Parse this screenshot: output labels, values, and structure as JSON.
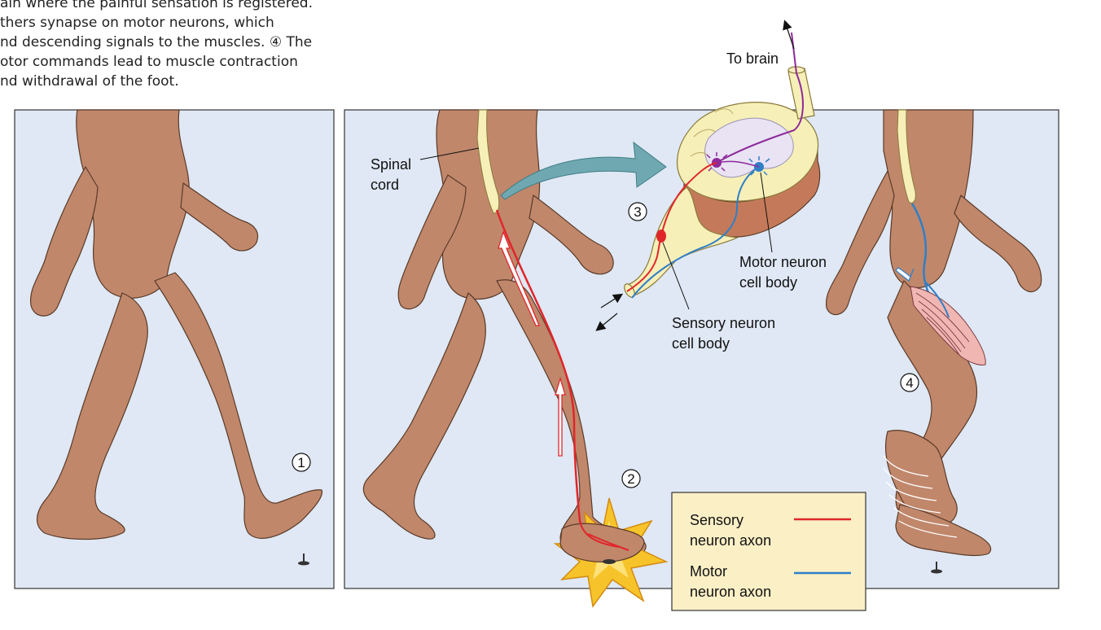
{
  "caption": {
    "lines": [
      "ain where the painful sensation is registered.",
      "thers synapse on motor neurons, which",
      "nd descending signals to the muscles. ④ The",
      "otor commands lead to muscle contraction",
      "nd withdrawal of the foot."
    ]
  },
  "labels": {
    "to_brain": "To brain",
    "spinal_cord_1": "Spinal",
    "spinal_cord_2": "cord",
    "motor_cell_1": "Motor neuron",
    "motor_cell_2": "cell body",
    "sensory_cell_1": "Sensory neuron",
    "sensory_cell_2": "cell body"
  },
  "steps": [
    "1",
    "2",
    "3",
    "4"
  ],
  "legend": {
    "items": [
      {
        "line1": "Sensory",
        "line2": "neuron axon",
        "color": "#e0262b"
      },
      {
        "line1": "Motor",
        "line2": "neuron axon",
        "color": "#2f7fc7"
      }
    ]
  },
  "colors": {
    "panel_bg": "#dfe8f4",
    "skin": "#c0876b",
    "legend_bg": "#fbefc6",
    "sensory": "#e0262b",
    "motor": "#2f7fc7",
    "interneuron": "#8e2a9a",
    "spinal_cord": "#f6efb8",
    "arrow": "#6fa8b0"
  }
}
